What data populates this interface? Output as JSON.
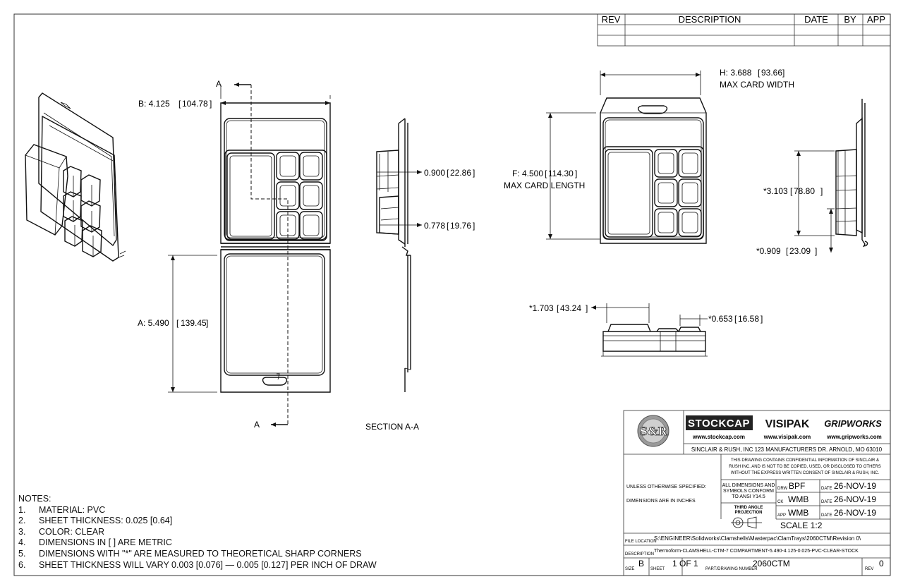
{
  "revision_block": {
    "headers": [
      "REV",
      "DESCRIPTION",
      "DATE",
      "BY",
      "APP"
    ]
  },
  "dimensions": {
    "b": "B: 4.125",
    "b_metric": "104.78",
    "a": "A: 5.490",
    "a_metric": "139.45",
    "depth_1": "0.900",
    "depth_1_metric": "22.86",
    "depth_2": "0.778",
    "depth_2_metric": "19.76",
    "h": "H: 3.688",
    "h_metric": "93.66",
    "h_label": "MAX CARD WIDTH",
    "f": "F: 4.500",
    "f_metric": "114.30",
    "f_label": "MAX CARD LENGTH",
    "c1": "*3.103",
    "c1_metric": "78.80",
    "c2": "*0.909",
    "c2_metric": "23.09",
    "c3": "*1.703",
    "c3_metric": "43.24",
    "c4": "*0.653",
    "c4_metric": "16.58"
  },
  "section": {
    "marker": "A",
    "label": "SECTION A-A"
  },
  "notes": {
    "title": "NOTES:",
    "items": [
      {
        "num": "1.",
        "text": "MATERIAL: PVC"
      },
      {
        "num": "2.",
        "text": "SHEET THICKNESS: 0.025 [0.64]"
      },
      {
        "num": "3.",
        "text": "COLOR: CLEAR"
      },
      {
        "num": "4.",
        "text": "DIMENSIONS IN [ ] ARE METRIC"
      },
      {
        "num": "5.",
        "text": "DIMENSIONS WITH \"*\" ARE MEASURED TO THEORETICAL SHARP CORNERS"
      },
      {
        "num": "6.",
        "text": "SHEET THICKNESS WILL VARY 0.003 [0.076] — 0.005 [0.127] PER INCH OF DRAW"
      }
    ]
  },
  "title_block": {
    "logo_text": "S&R",
    "brand_1": "STOCKCAP",
    "brand_2": "VISIPAK",
    "brand_3": "GRIPWORKS",
    "url_1": "www.stockcap.com",
    "url_2": "www.visipak.com",
    "url_3": "www.gripworks.com",
    "address": "SINCLAIR & RUSH, INC 123 MANUFACTURERS DR. ARNOLD, MO 63010",
    "confidential_lines": [
      "THIS DRAWING CONTAINS CONFIDENTIAL INFORMATION OF SINCLAIR &",
      "RUSH INC. AND IS NOT TO BE COPIED, USED, OR DISCLOSED TO OTHERS",
      "WITHOUT THE EXPRESS WRITTEN CONSENT OF SINCLAIR & RUSH, INC."
    ],
    "unless_specified": "UNLESS OTHERWISE SPECIFIED:",
    "dimensions_in": "DIMENSIONS ARE IN INCHES",
    "conform_lines": [
      "ALL DIMENSIONS AND",
      "SYMBOLS CONFORM",
      "TO ANSI Y14.5"
    ],
    "projection_lines": [
      "THIRD ANGLE",
      "PROJECTION"
    ],
    "drawn_label": "DRW",
    "drawn_by": "BPF",
    "checked_label": "CK",
    "checked_by": "WMB",
    "approved_label": "APP",
    "approved_by": "WMB",
    "date_label": "DATE",
    "date_1": "26-NOV-19",
    "date_2": "26-NOV-19",
    "date_3": "26-NOV-19",
    "scale": "SCALE 1:2",
    "file_location_label": "FILE LOCATION",
    "file_location": "S:\\ENGINEER\\Solidworks\\Clamshells\\Masterpac\\ClamTrays\\2060CTM\\Revision 0\\",
    "description_label": "DESCRIPTION",
    "description": "Thermoform-CLAMSHELL-CTM-7 COMPARTMENT-5.490-4.125-0.025-PVC-CLEAR-STOCK",
    "size_label": "SIZE",
    "size": "B",
    "sheet_label": "SHEET",
    "sheet": "1 OF 1",
    "part_label": "PART/DRAWING NUMBER",
    "part_number": "2060CTM",
    "rev_label": "REV",
    "rev": "0"
  }
}
